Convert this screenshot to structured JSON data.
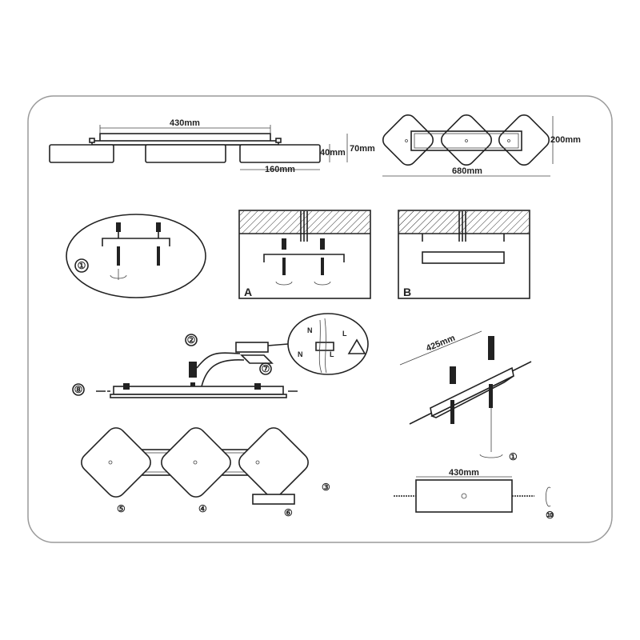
{
  "side_view": {
    "width_label": "430mm",
    "height_lamp_label": "40mm",
    "height_total_label": "70mm",
    "lamp_width_label": "160mm"
  },
  "front_view": {
    "height_label": "200mm",
    "width_label": "680mm"
  },
  "steps": {
    "s1": "①",
    "s2": "②",
    "s3": "③",
    "s4": "④",
    "s5": "⑤",
    "s6": "⑥",
    "s7": "⑦",
    "s8": "⑧",
    "s10": "⑩"
  },
  "panels": {
    "a": "A",
    "b": "B"
  },
  "wiring": {
    "n1": "N",
    "l1": "L",
    "n2": "N",
    "l2": "L"
  },
  "bracket_view": {
    "spacing_label": "425mm",
    "bracket_label": "430mm"
  },
  "colors": {
    "line": "#222222",
    "frame": "#9a9a9a"
  }
}
